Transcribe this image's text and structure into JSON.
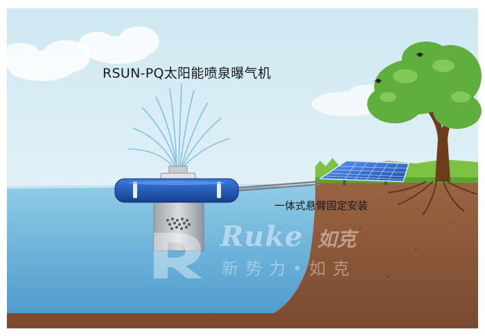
{
  "title": "RSUN-PQ太阳能喷泉曝气机",
  "caption": "一体式悬臂固定安装",
  "watermark": {
    "latin": "Ruke",
    "cjk_brand": "如克",
    "slogan": "新势力•如克"
  },
  "colors": {
    "sky": "#dbeef4",
    "water": "#7fc0df",
    "soil": "#8b5a3c",
    "grass": "#7cc243",
    "aerator_float": "#1f56b0",
    "solar_panel": "#2f6fd6",
    "foliage": "#5fae3e",
    "trunk": "#6b3d1e"
  },
  "icons": [
    "cloud-icon",
    "bird-icon",
    "tree-icon",
    "solar-panel-icon",
    "fountain-spray-icon"
  ]
}
